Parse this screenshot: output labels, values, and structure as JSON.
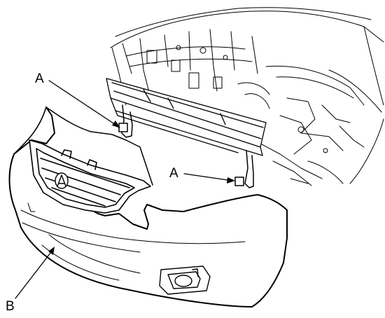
{
  "callouts": {
    "clip_a_upper": "A",
    "clip_a_lower": "A",
    "bumper_b": "B"
  }
}
